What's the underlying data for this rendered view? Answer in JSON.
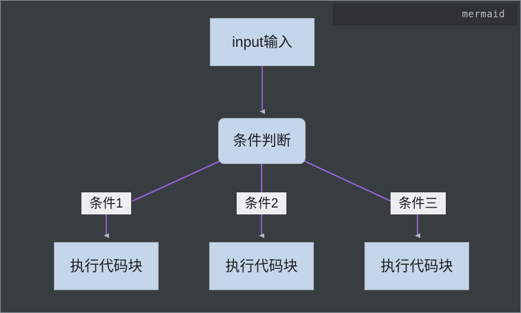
{
  "header": {
    "label": "mermaid"
  },
  "colors": {
    "background": "#383d41",
    "header_background": "#2e3135",
    "node_fill": "#c6d6ea",
    "node_stroke": "#9aa0a6",
    "edge_stroke": "#9966e0",
    "arrowhead_fill": "#b6bcc2",
    "label_background": "#eceef0",
    "text": "#1b1d20"
  },
  "diagram": {
    "type": "flowchart",
    "direction": "TD",
    "nodes": [
      {
        "id": "input",
        "label": "input输入",
        "shape": "rect"
      },
      {
        "id": "cond",
        "label": "条件判断",
        "shape": "rounded-rect"
      },
      {
        "id": "exec1",
        "label": "执行代码块",
        "shape": "rect"
      },
      {
        "id": "exec2",
        "label": "执行代码块",
        "shape": "rect"
      },
      {
        "id": "exec3",
        "label": "执行代码块",
        "shape": "rect"
      }
    ],
    "edges": [
      {
        "from": "input",
        "to": "cond",
        "label": ""
      },
      {
        "from": "cond",
        "to": "exec1",
        "label": "条件1"
      },
      {
        "from": "cond",
        "to": "exec2",
        "label": "条件2"
      },
      {
        "from": "cond",
        "to": "exec3",
        "label": "条件三"
      }
    ]
  }
}
